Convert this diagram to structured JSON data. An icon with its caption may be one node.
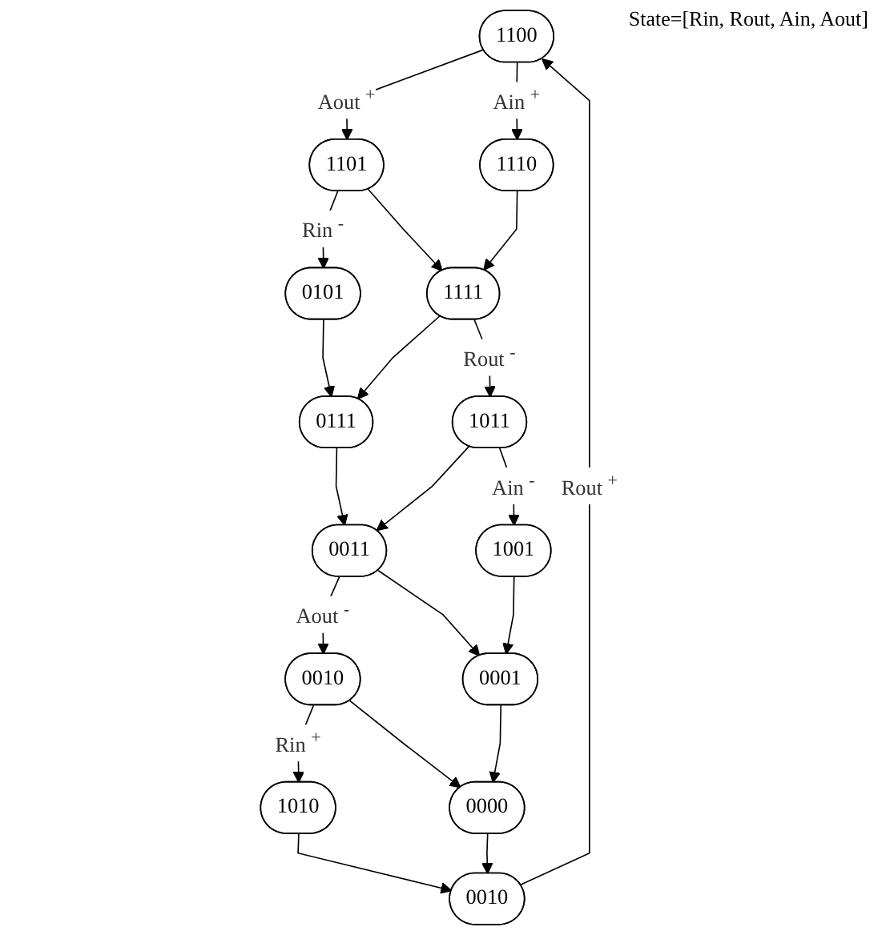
{
  "diagram": {
    "nodes": [
      {
        "text": [
          "1100"
        ]
      },
      {
        "text": [
          "1101"
        ]
      },
      {
        "text": [
          "1110"
        ]
      },
      {
        "text": [
          "0101"
        ]
      },
      {
        "text": [
          "1111"
        ]
      },
      {
        "text": [
          "0111"
        ]
      },
      {
        "text": [
          "1011"
        ]
      },
      {
        "text": [
          "0011"
        ]
      },
      {
        "text": [
          "1001"
        ]
      },
      {
        "text": [
          "0010"
        ]
      },
      {
        "text": [
          "0001"
        ]
      },
      {
        "text": [
          "1010"
        ]
      },
      {
        "text": [
          "0000"
        ]
      },
      {
        "text": [
          "0010"
        ]
      }
    ],
    "edges": [
      {
        "from": 0,
        "to": 1,
        "arrow": "to",
        "label": "Aout $^{+}$"
      },
      {
        "from": 0,
        "to": 2,
        "arrow": "to",
        "label": "Ain $^{+}$"
      },
      {
        "from": 1,
        "to": 3,
        "arrow": "to",
        "label": "Rin $^{-}$"
      },
      {
        "from": 1,
        "to": 4,
        "arrow": "to"
      },
      {
        "from": 2,
        "to": 4,
        "arrow": "to"
      },
      {
        "from": 3,
        "to": 5,
        "arrow": "to"
      },
      {
        "from": 4,
        "to": 5,
        "arrow": "to"
      },
      {
        "from": 4,
        "to": 6,
        "arrow": "to",
        "label": "Rout $^{-}$"
      },
      {
        "from": 5,
        "to": 7,
        "arrow": "to"
      },
      {
        "from": 6,
        "to": 7,
        "arrow": "to"
      },
      {
        "from": 6,
        "to": 8,
        "arrow": "to",
        "label": "Ain $^{-}$"
      },
      {
        "from": 7,
        "to": 9,
        "arrow": "to",
        "label": "Aout $^{-}$"
      },
      {
        "from": 7,
        "to": 10,
        "arrow": "to"
      },
      {
        "from": 8,
        "to": 10,
        "arrow": "to"
      },
      {
        "from": 9,
        "to": 11,
        "arrow": "to",
        "label": "Rin $^{+}$"
      },
      {
        "from": 9,
        "to": 12,
        "arrow": "to"
      },
      {
        "from": 10,
        "to": 12,
        "arrow": "to"
      },
      {
        "from": 11,
        "to": 13,
        "arrow": "to"
      },
      {
        "from": 12,
        "to": 13,
        "arrow": "to"
      },
      {
        "from": 13,
        "to": 0,
        "arrow": "to",
        "label": "Rout $^{+}$"
      }
    ],
    "labels": [
      "State=[Rin, Rout, Ain, Aout]"
    ]
  }
}
